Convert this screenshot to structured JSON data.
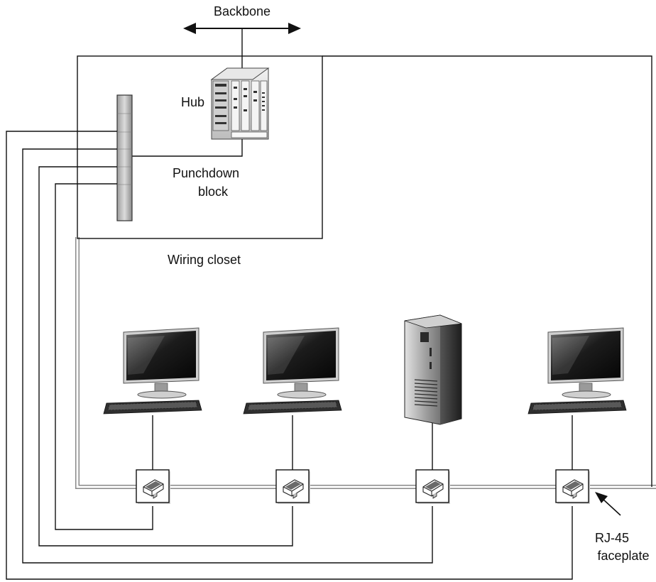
{
  "labels": {
    "backbone": "Backbone",
    "hub": "Hub",
    "punchdown_line1": "Punchdown",
    "punchdown_line2": "block",
    "wiring_closet": "Wiring closet",
    "rj45_line1": "RJ-45",
    "rj45_line2": "faceplate"
  },
  "nodes": [
    {
      "id": "workstation-1",
      "type": "computer",
      "icon": "monitor-keyboard-icon"
    },
    {
      "id": "workstation-2",
      "type": "computer",
      "icon": "monitor-keyboard-icon"
    },
    {
      "id": "server",
      "type": "server",
      "icon": "tower-server-icon"
    },
    {
      "id": "workstation-3",
      "type": "computer",
      "icon": "monitor-keyboard-icon"
    }
  ],
  "colors": {
    "line": "#111111",
    "wall": "#888888",
    "device_dark": "#2b2b2b",
    "device_light": "#d4d4d4"
  }
}
